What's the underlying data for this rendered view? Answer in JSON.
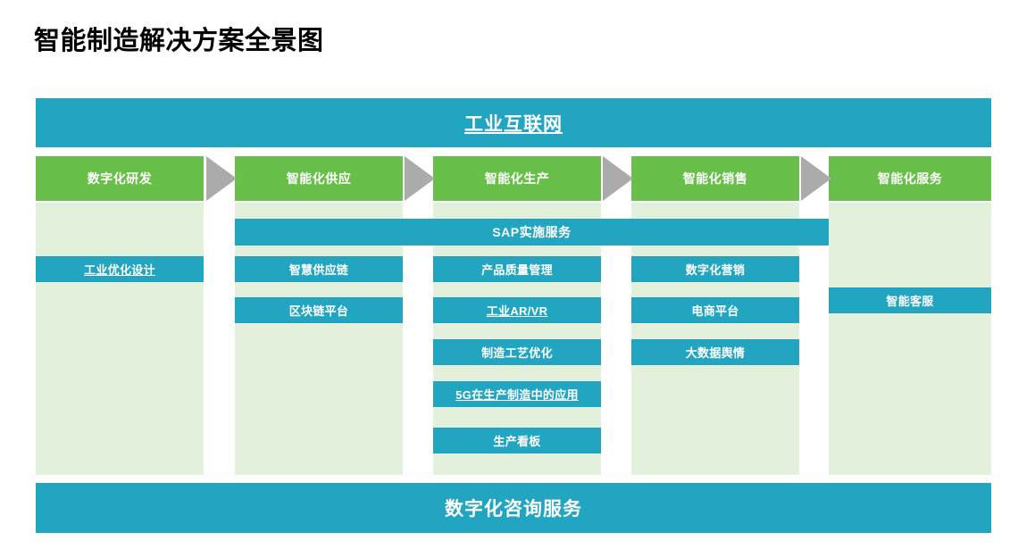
{
  "title": "智能制造解决方案全景图",
  "top_banner": {
    "label": "工业互联网"
  },
  "bottom_banner": {
    "label": "数字化咨询服务"
  },
  "spanning_bar": {
    "label": "SAP实施服务",
    "spans_columns": [
      "智能化供应",
      "智能化生产",
      "智能化销售"
    ]
  },
  "colors": {
    "teal": "#22A5C0",
    "green": "#68C04A",
    "light_green": "#E2F0DC",
    "arrow_gray": "#ABABAB",
    "title_text": "#000000",
    "chip_text": "#FFFFFF"
  },
  "columns": [
    {
      "header": "数字化研发",
      "items": [
        {
          "label": "工业优化设计",
          "underline": true
        }
      ]
    },
    {
      "header": "智能化供应",
      "items": [
        {
          "label": "智慧供应链",
          "underline": false
        },
        {
          "label": "区块链平台",
          "underline": false
        }
      ]
    },
    {
      "header": "智能化生产",
      "items": [
        {
          "label": "产品质量管理",
          "underline": false
        },
        {
          "label": "工业AR/VR",
          "underline": true
        },
        {
          "label": "制造工艺优化",
          "underline": false
        },
        {
          "label": "5G在生产制造中的应用",
          "underline": true
        },
        {
          "label": "生产看板",
          "underline": false
        }
      ]
    },
    {
      "header": "智能化销售",
      "items": [
        {
          "label": "数字化营销",
          "underline": false
        },
        {
          "label": "电商平台",
          "underline": false
        },
        {
          "label": "大数据舆情",
          "underline": false
        }
      ]
    },
    {
      "header": "智能化服务",
      "items": [
        {
          "label": "智能客服",
          "underline": false
        }
      ]
    }
  ],
  "arrows": [
    {
      "name": "arrow-research-to-supply"
    },
    {
      "name": "arrow-supply-to-production"
    },
    {
      "name": "arrow-production-to-sales"
    },
    {
      "name": "arrow-sales-to-service"
    }
  ]
}
